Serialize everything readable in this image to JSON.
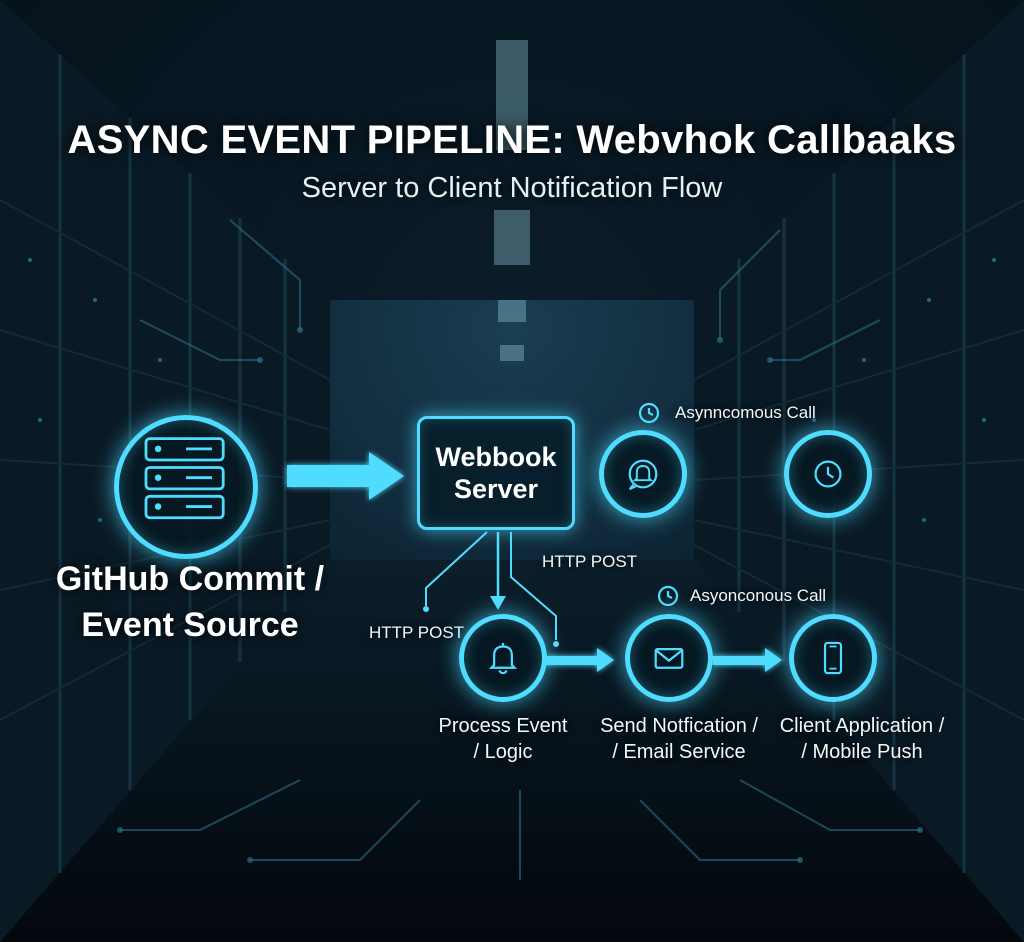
{
  "header": {
    "title": "ASYNC EVENT PIPELINE: Webvhok Callbaaks",
    "subtitle": "Server to Client Notification Flow"
  },
  "source": {
    "label_line1": "GitHub Commit /",
    "label_line2": "Event Source",
    "icon": "server-rack-icon"
  },
  "server": {
    "label_line1": "Webbook",
    "label_line2": "Server"
  },
  "top_flow": {
    "label": "Asynncomous Call",
    "icons": [
      "clock-icon",
      "bell-chat-icon",
      "clock-icon"
    ]
  },
  "edges": {
    "http_post_right": "HTTP POST",
    "http_post_left": "HTTP POST"
  },
  "bottom_flow": {
    "label": "Asyonconous Call",
    "nodes": [
      {
        "line1": "Process Event",
        "line2": "/ Logic",
        "icon": "bell-icon"
      },
      {
        "line1": "Send Notfication /",
        "line2": "/ Email Service",
        "icon": "envelope-icon"
      },
      {
        "line1": "Client Application /",
        "line2": "/ Mobile Push",
        "icon": "mobile-phone-icon"
      }
    ]
  },
  "colors": {
    "accent": "#4fdcff",
    "background": "#07121c",
    "text": "#ffffff"
  }
}
